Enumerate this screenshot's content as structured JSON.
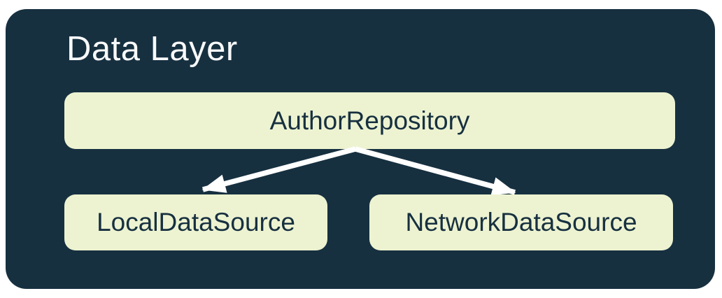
{
  "diagram": {
    "title": "Data Layer",
    "nodes": [
      {
        "id": "author-repository",
        "label": "AuthorRepository"
      },
      {
        "id": "local-data-source",
        "label": "LocalDataSource"
      },
      {
        "id": "network-data-source",
        "label": "NetworkDataSource"
      }
    ],
    "edges": [
      {
        "from": "AuthorRepository",
        "to": "LocalDataSource"
      },
      {
        "from": "AuthorRepository",
        "to": "NetworkDataSource"
      }
    ],
    "colors": {
      "page_bg": "#FFFFFF",
      "container_bg": "#173040",
      "node_bg": "#EDF3D1",
      "node_text": "#173040",
      "title_text": "#F8F9FA",
      "arrow": "#FFFFFF"
    }
  }
}
